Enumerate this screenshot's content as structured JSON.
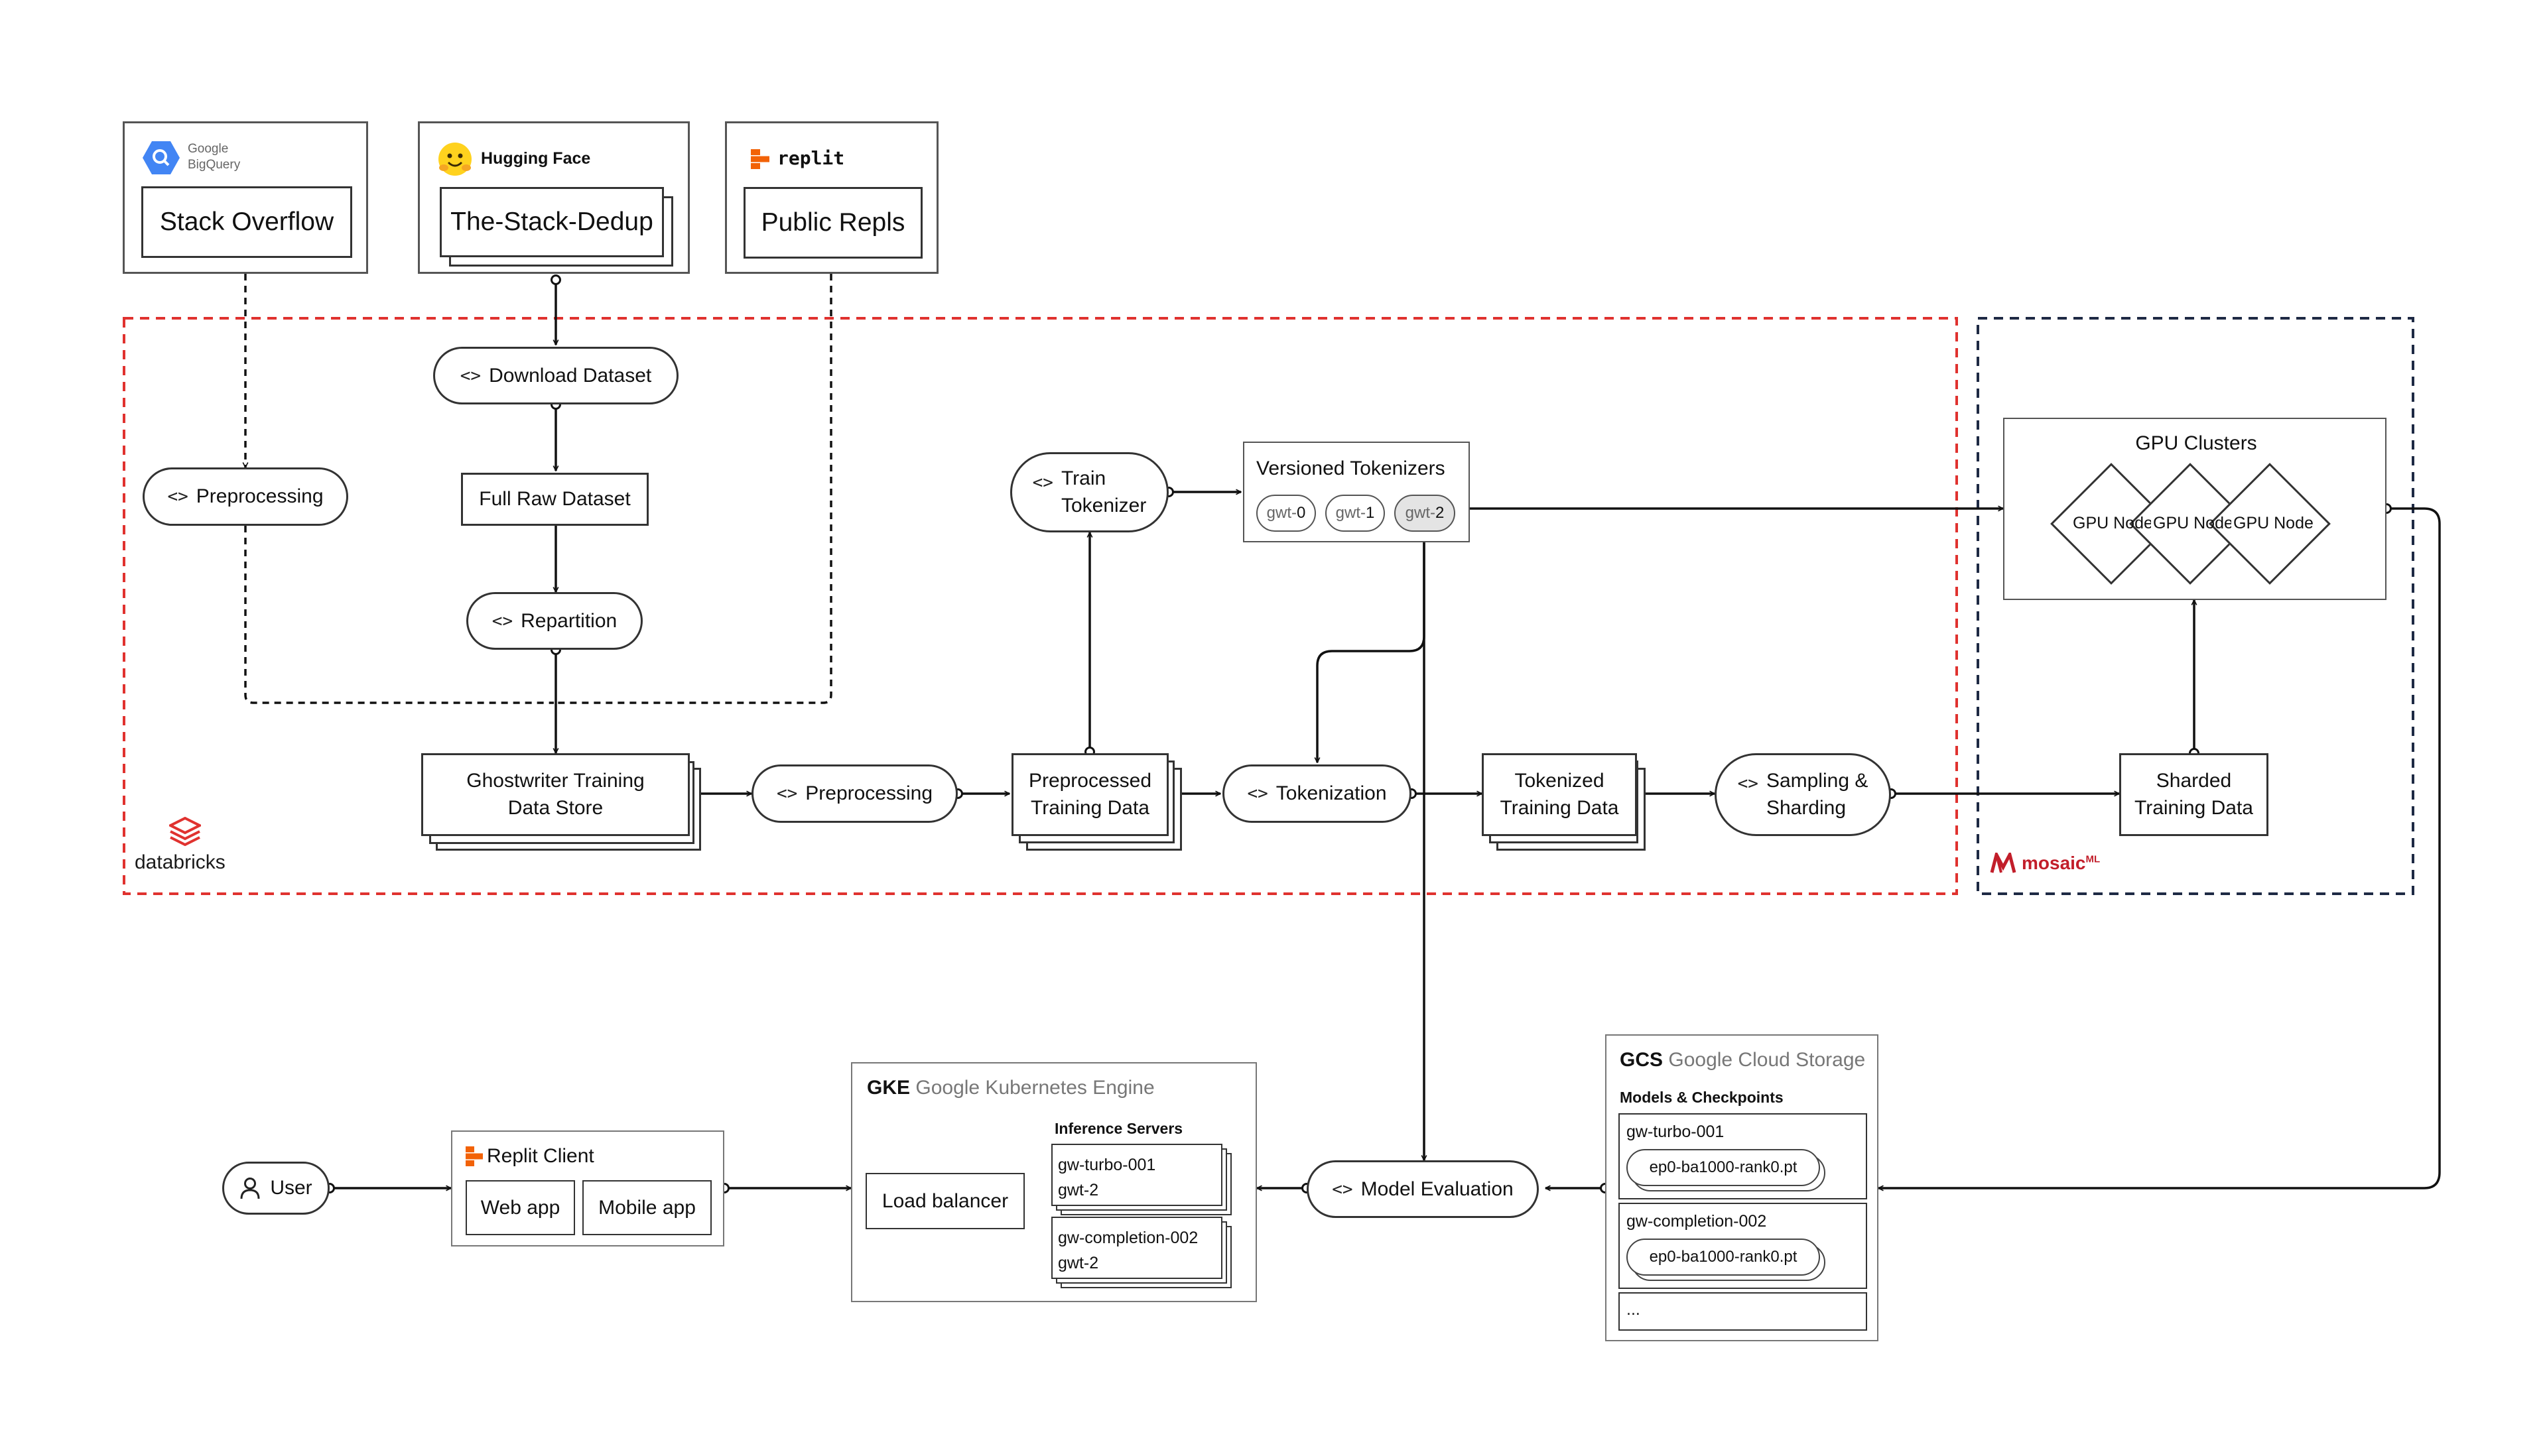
{
  "sources": {
    "bigquery": {
      "brand_line1": "Google",
      "brand_line2": "BigQuery",
      "dataset": "Stack Overflow"
    },
    "huggingface": {
      "brand": "Hugging Face",
      "dataset": "The-Stack-Dedup"
    },
    "replit": {
      "brand": "replit",
      "dataset": "Public Repls"
    }
  },
  "databricks": {
    "logo": "databricks",
    "download": "Download Dataset",
    "full_raw": "Full Raw Dataset",
    "repartition": "Repartition",
    "preprocessing_left": "Preprocessing",
    "store": [
      "Ghostwriter Training",
      "Data Store"
    ],
    "preprocessing_mid": "Preprocessing",
    "preprocessed": [
      "Preprocessed",
      "Training Data"
    ],
    "train_tokenizer": [
      "Train",
      "Tokenizer"
    ],
    "versioned": {
      "title": "Versioned Tokenizers",
      "chips": [
        {
          "prefix": "gwt-",
          "num": "0"
        },
        {
          "prefix": "gwt-",
          "num": "1"
        },
        {
          "prefix": "gwt-",
          "num": "2"
        }
      ]
    },
    "tokenization": "Tokenization",
    "tokenized": [
      "Tokenized",
      "Training Data"
    ],
    "sampling": [
      "Sampling &",
      "Sharding"
    ]
  },
  "mosaic": {
    "logo": "mosaic",
    "logo_sup": "ML",
    "gpu_title": "GPU Clusters",
    "gpu_nodes": [
      "GPU Node",
      "GPU Node",
      "GPU Node"
    ],
    "sharded": [
      "Sharded",
      "Training Data"
    ]
  },
  "serving": {
    "user": "User",
    "client_title": "Replit Client",
    "web_app": "Web app",
    "mobile_app": "Mobile app",
    "gke_abbr": "GKE",
    "gke_name": "Google Kubernetes Engine",
    "inference_title": "Inference Servers",
    "load_balancer": "Load balancer",
    "servers": [
      {
        "name": "gw-turbo-001",
        "tok": "gwt-2"
      },
      {
        "name": "gw-completion-002",
        "tok": "gwt-2"
      }
    ],
    "model_eval": "Model Evaluation",
    "gcs_abbr": "GCS",
    "gcs_name": "Google Cloud Storage",
    "models_title": "Models & Checkpoints",
    "models": [
      {
        "name": "gw-turbo-001",
        "ckpt": "ep0-ba1000-rank0.pt"
      },
      {
        "name": "gw-completion-002",
        "ckpt": "ep0-ba1000-rank0.pt"
      }
    ],
    "more": "..."
  },
  "colors": {
    "databricks_border": "#e0322f",
    "mosaic_border": "#1e2a44",
    "replit_orange": "#f26207",
    "bigquery_blue": "#4285f4",
    "mosaic_red": "#c21e2a"
  }
}
